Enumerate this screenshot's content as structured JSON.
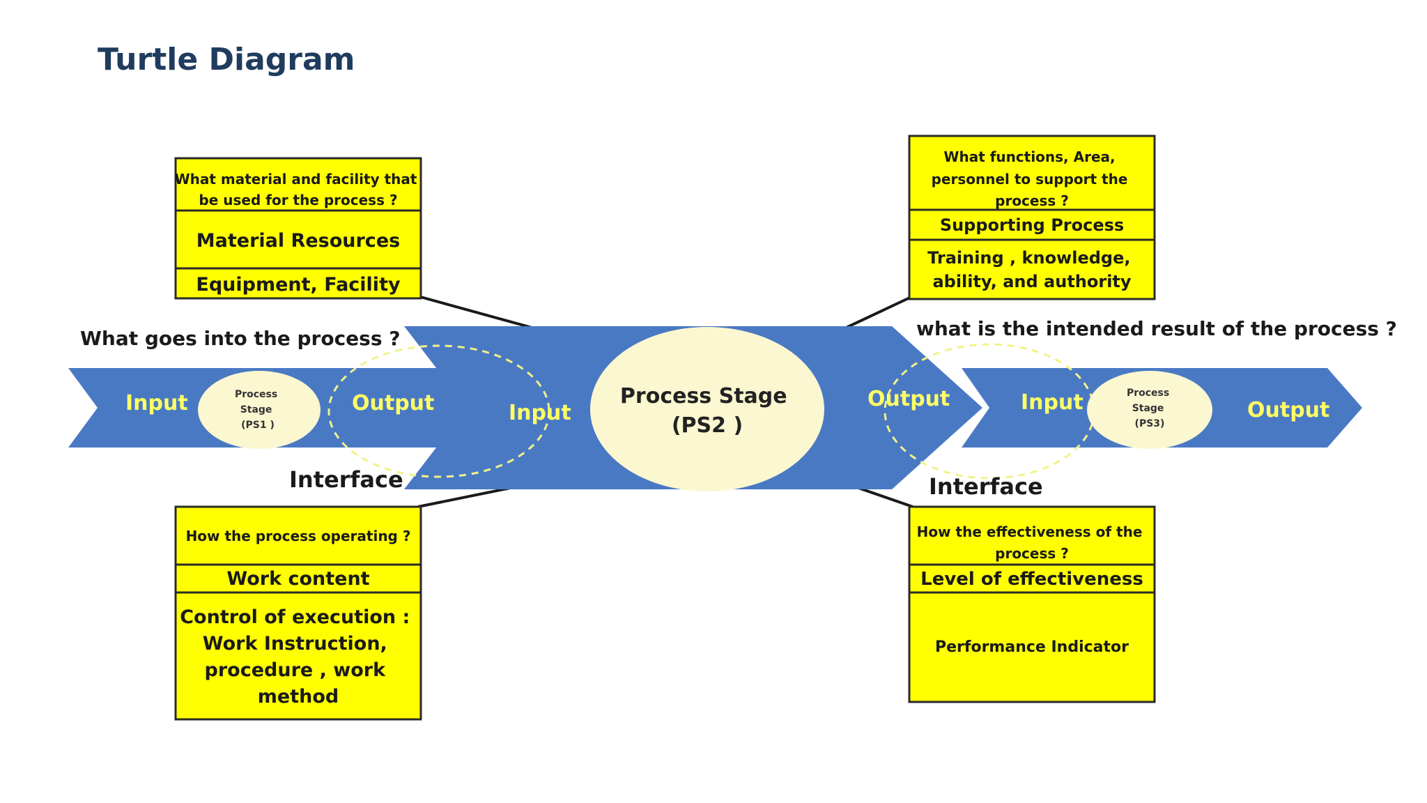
{
  "title": "Turtle Diagram",
  "colors": {
    "arrow": "#4a79c4",
    "box": "#ffff00",
    "ellipse": "#fbf7d0",
    "arrowText": "#ffff66",
    "dashed": "#f2f28a",
    "titleColor": "#1f3c5e"
  },
  "questions": {
    "input": "What goes into the process ?",
    "output": "what is the intended result of the process ?"
  },
  "interfaces": {
    "left": "Interface",
    "right": "Interface"
  },
  "stages": {
    "ps1": {
      "lines": [
        "Process",
        "Stage",
        "(PS1 )"
      ],
      "input": "Input",
      "output": "Output"
    },
    "ps2": {
      "lines": [
        "Process Stage",
        "(PS2 )"
      ],
      "input": "Input",
      "output": "Output"
    },
    "ps3": {
      "lines": [
        "Process",
        "Stage",
        "(PS3)"
      ],
      "input": "Input",
      "output": "Output"
    }
  },
  "boxes": {
    "material": {
      "question": [
        "What material and facility that",
        "be used for the process  ?"
      ],
      "heading": "Material Resources",
      "detail": [
        "Equipment, Facility"
      ]
    },
    "support": {
      "question": [
        "What functions, Area,",
        "personnel to support the",
        "process ?"
      ],
      "heading": "Supporting Process",
      "detail": [
        "Training , knowledge,",
        "ability, and authority"
      ]
    },
    "operating": {
      "question": [
        "How the process operating ?"
      ],
      "heading": "Work content",
      "detail": [
        "Control of execution :",
        "Work Instruction,",
        "procedure , work",
        "method"
      ]
    },
    "effectiveness": {
      "question": [
        "How the effectiveness of the",
        "process ?"
      ],
      "heading": "Level of effectiveness",
      "detail": [
        "Performance Indicator"
      ]
    }
  }
}
